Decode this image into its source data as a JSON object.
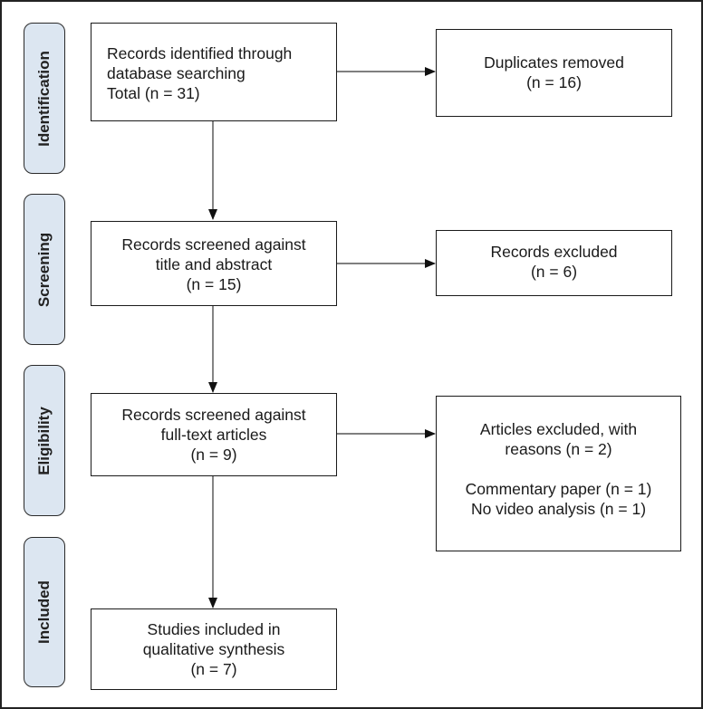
{
  "stages": [
    {
      "id": "identification",
      "label": "Identification"
    },
    {
      "id": "screening",
      "label": "Screening"
    },
    {
      "id": "eligibility",
      "label": "Eligibility"
    },
    {
      "id": "included",
      "label": "Included"
    }
  ],
  "main_flow": [
    {
      "id": "records-identified",
      "lines": [
        "Records identified through",
        "database searching",
        "Total (n = 31)"
      ]
    },
    {
      "id": "records-screened-title",
      "lines": [
        "Records screened against",
        "title and abstract",
        "(n = 15)"
      ]
    },
    {
      "id": "records-screened-fulltext",
      "lines": [
        "Records screened against",
        "full-text articles",
        "(n = 9)"
      ]
    },
    {
      "id": "studies-included",
      "lines": [
        "Studies included in",
        "qualitative synthesis",
        "(n = 7)"
      ]
    }
  ],
  "exclusions": [
    {
      "id": "duplicates-removed",
      "lines": [
        "Duplicates removed",
        "(n = 16)"
      ]
    },
    {
      "id": "records-excluded",
      "lines": [
        "Records excluded",
        "(n = 6)"
      ]
    },
    {
      "id": "articles-excluded",
      "lines": [
        "Articles excluded, with",
        "reasons (n = 2)"
      ],
      "reasons": [
        "Commentary paper (n = 1)",
        "No video analysis (n = 1)"
      ]
    }
  ]
}
